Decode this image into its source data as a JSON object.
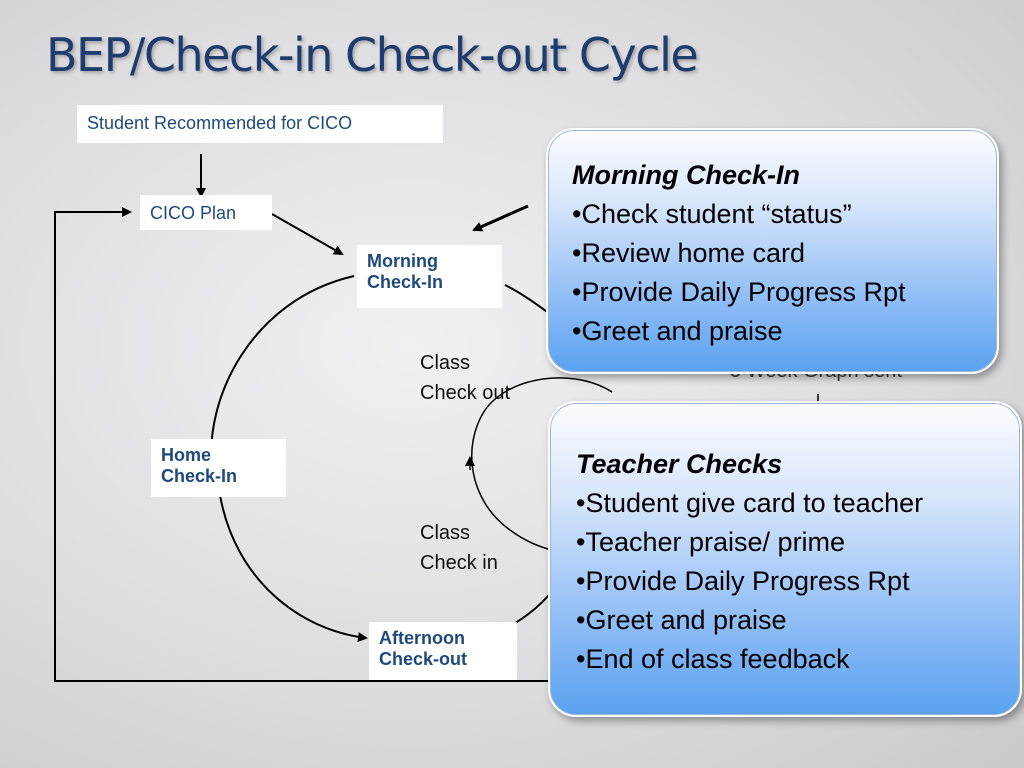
{
  "title": "BEP/Check-in Check-out Cycle",
  "boxes": {
    "recommended": "Student Recommended for CICO",
    "cico_plan": "CICO Plan",
    "morning_line1": "Morning",
    "morning_line2": "Check-In",
    "home_line1": "Home",
    "home_line2": "Check-In",
    "afternoon_line1": "Afternoon",
    "afternoon_line2": "Check-out"
  },
  "labels": {
    "class_checkout_line1": "Class",
    "class_checkout_line2": "Check out",
    "class_checkin_line1": "Class",
    "class_checkin_line2": "Check in",
    "partially_hidden": "5 Week Graph sent"
  },
  "callouts": {
    "morning": {
      "heading": "Morning Check-In",
      "items": [
        "•Check student “status”",
        "•Review home card",
        "•Provide Daily Progress Rpt",
        "•Greet and praise"
      ]
    },
    "teacher": {
      "heading": "Teacher  Checks",
      "items": [
        "•Student give card to teacher",
        "•Teacher praise/ prime",
        "•Provide Daily Progress Rpt",
        "•Greet and praise",
        "•End of class feedback"
      ]
    }
  },
  "colors": {
    "title": "#1f3c6e",
    "box_text": "#1f497d",
    "callout_gradient_bottom": "#5aa2f0"
  }
}
